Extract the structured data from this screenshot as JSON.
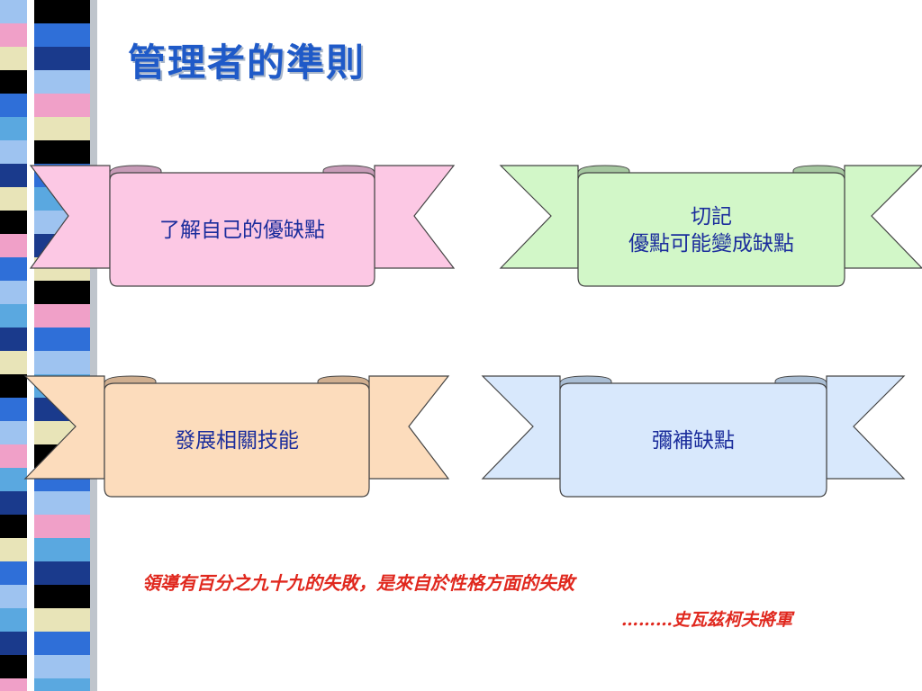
{
  "slide": {
    "title": "管理者的準則",
    "banners": [
      {
        "text": "了解自己的優缺點",
        "fill": "#fcc8e4",
        "fold": "#c79bb7"
      },
      {
        "line1": "切記",
        "line2": "優點可能變成缺點",
        "fill": "#d2f7c8",
        "fold": "#a5c79f"
      },
      {
        "text": "發展相關技能",
        "fill": "#fcdcbc",
        "fold": "#cfae8f"
      },
      {
        "text": "彌補缺點",
        "fill": "#d8e8fc",
        "fold": "#a9bdd3"
      }
    ],
    "quote": "領導有百分之九十九的失敗，是來自於性格方面的失敗",
    "attribution": "………史瓦茲柯夫將軍"
  },
  "colors": {
    "title": "#1f5ac8",
    "banner_text": "#1b2d9c",
    "quote": "#e0281e",
    "stripe_palette": [
      "#000000",
      "#2f6fd8",
      "#9ec3f0",
      "#e8e4b8",
      "#1a3a8c",
      "#f0a0c8",
      "#5aa8e0"
    ]
  }
}
